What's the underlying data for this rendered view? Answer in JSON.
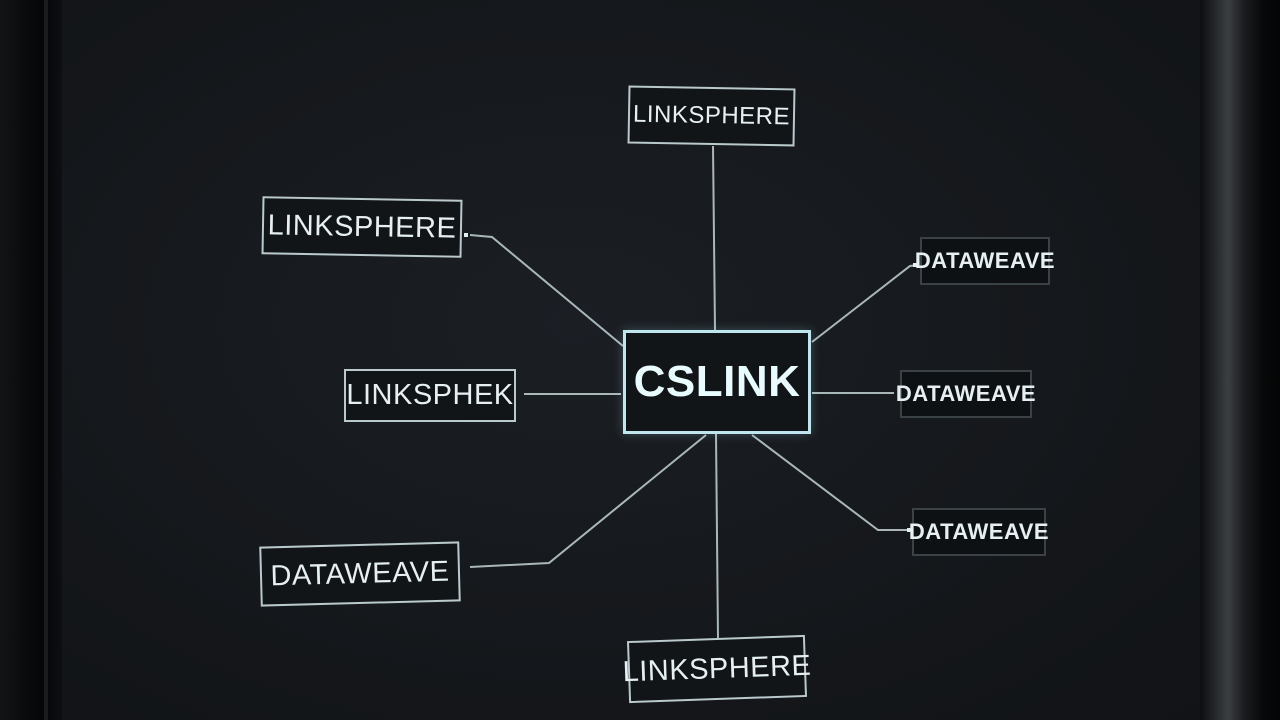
{
  "diagram": {
    "type": "hub-and-spoke",
    "center": {
      "label": "CSLINK"
    },
    "nodes": [
      {
        "id": "top",
        "label": "LINKSPHERE",
        "position": "top"
      },
      {
        "id": "upper-left",
        "label": "LINKSPHERE",
        "position": "upper-left"
      },
      {
        "id": "middle-left",
        "label": "LINKSPHEK",
        "position": "middle-left"
      },
      {
        "id": "lower-left",
        "label": "DATAWEAVE",
        "position": "lower-left"
      },
      {
        "id": "bottom",
        "label": "LINKSPHERE",
        "position": "bottom"
      },
      {
        "id": "upper-right",
        "label": "DATAWEAVE",
        "position": "upper-right"
      },
      {
        "id": "middle-right",
        "label": "DATAWEAVE",
        "position": "middle-right"
      },
      {
        "id": "lower-right",
        "label": "DATAWEAVE",
        "position": "lower-right"
      }
    ]
  },
  "colors": {
    "background": "#16191d",
    "line": "#b9c9cc",
    "center_border": "#bfe6ee",
    "text": "#e6f0f2"
  }
}
